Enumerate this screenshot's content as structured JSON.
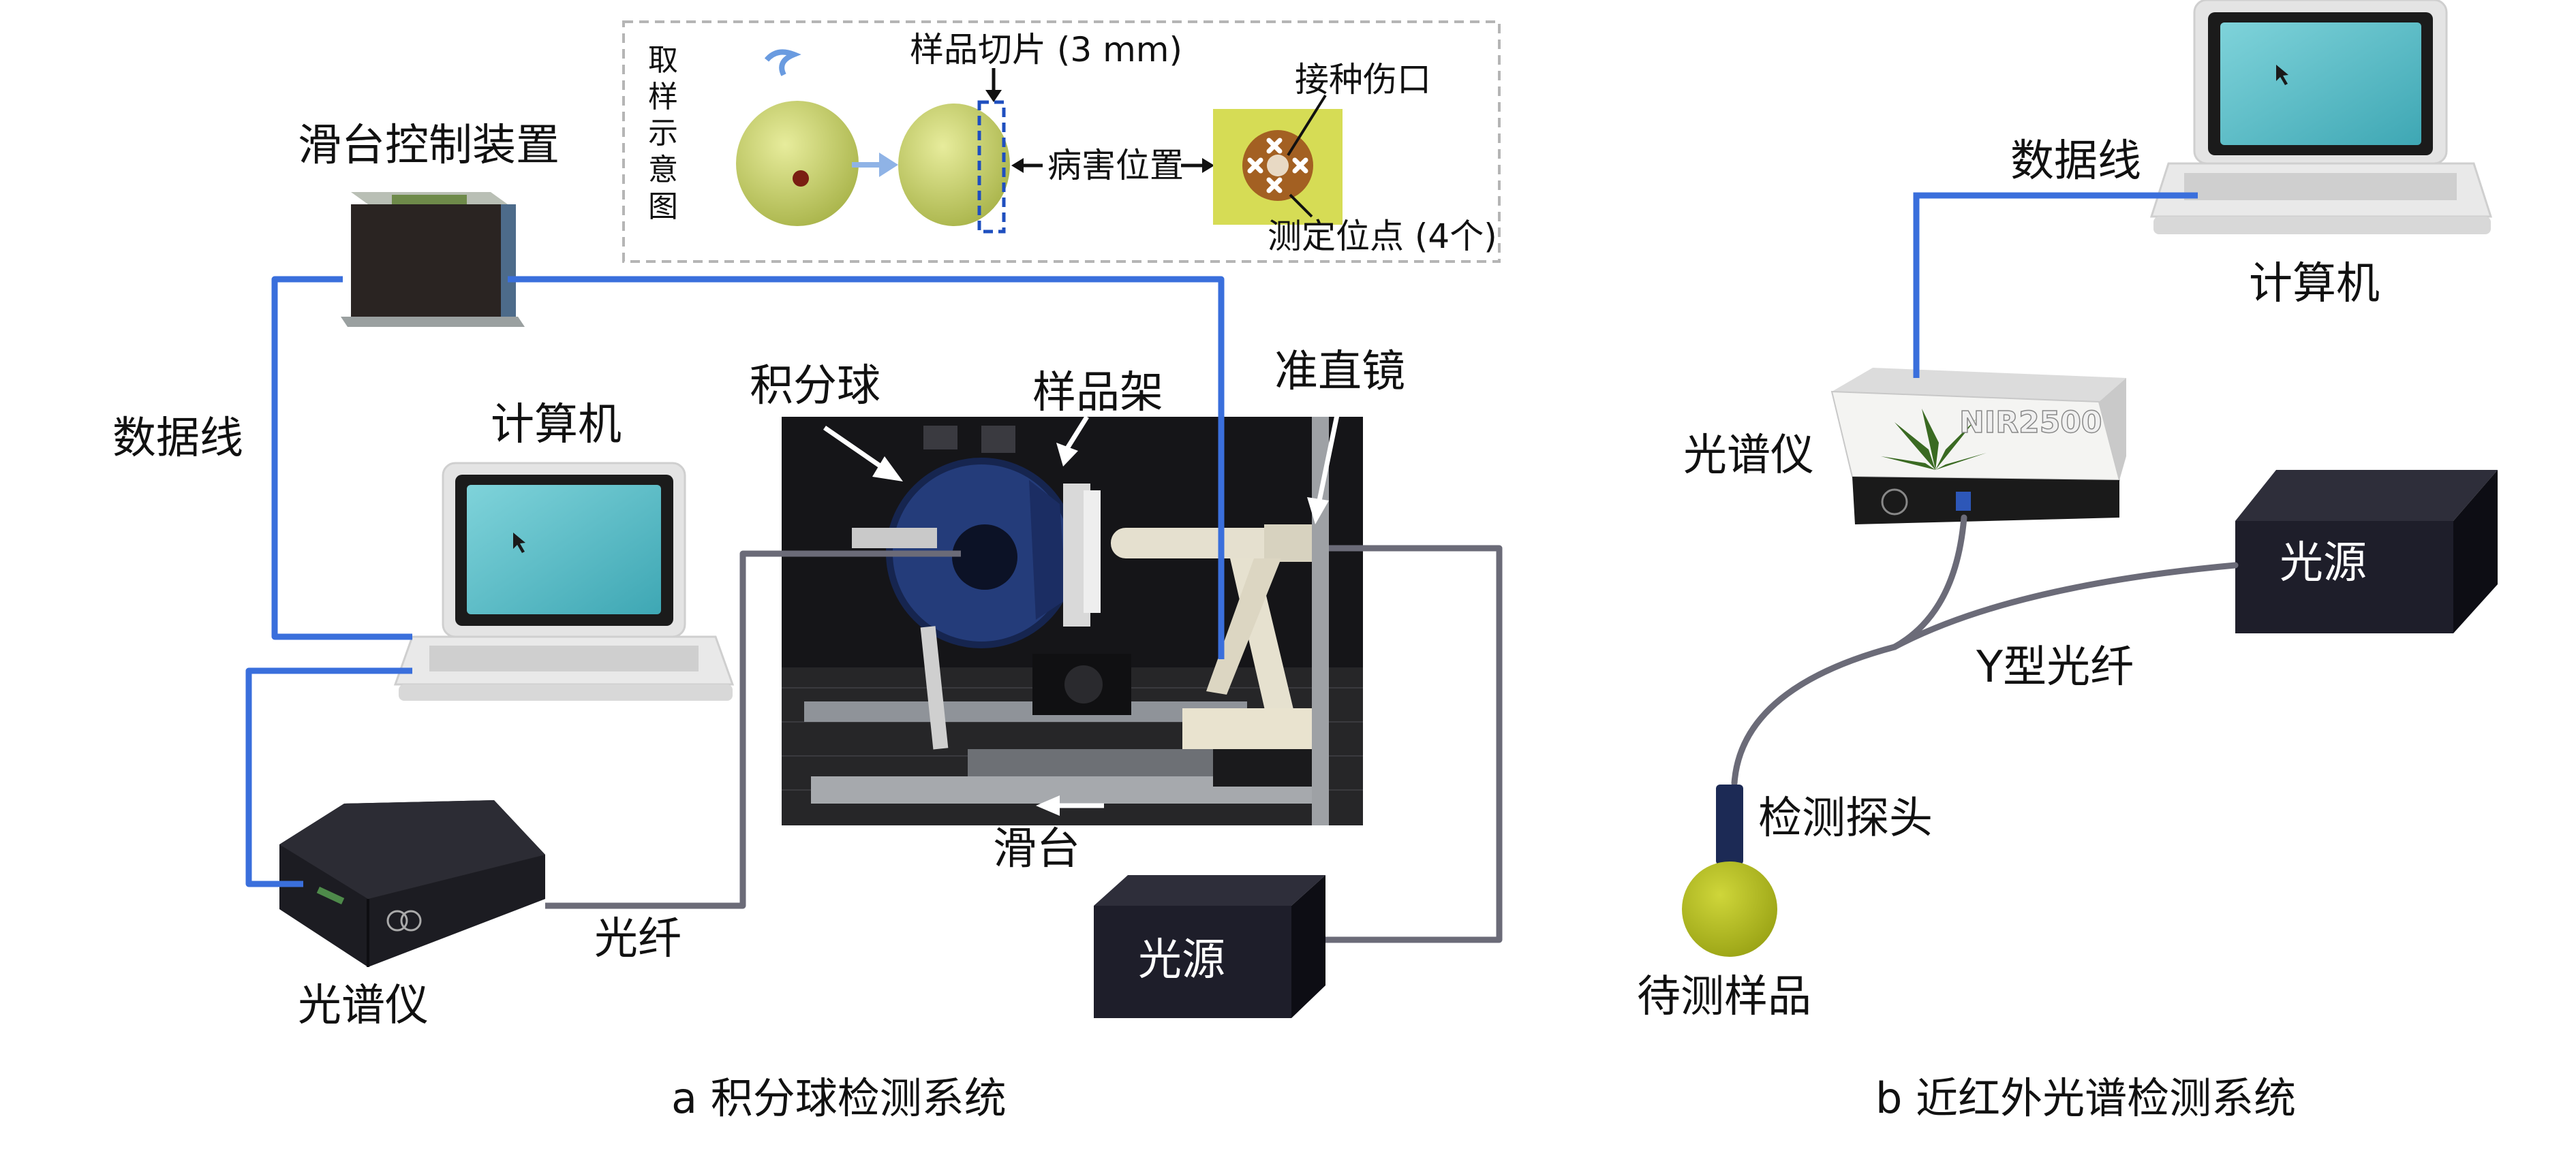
{
  "panel_a": {
    "caption": "a 积分球检测系统",
    "slide_controller_label": "滑台控制装置",
    "data_line_label": "数据线",
    "computer_label": "计算机",
    "spectrometer_label": "光谱仪",
    "fiber_label": "光纤",
    "light_source_label": "光源",
    "integrating_sphere_label": "积分球",
    "sample_holder_label": "样品架",
    "collimator_label": "准直镜",
    "slide_label": "滑台",
    "sampling_inset": {
      "title_vertical": "取样示意图",
      "slice_label": "样品切片 (3 mm)",
      "lesion_label": "病害位置",
      "inoculation_label": "接种伤口",
      "measure_points_label": "测定位点 (4个)"
    }
  },
  "panel_b": {
    "caption": "b 近红外光谱检测系统",
    "data_line_label": "数据线",
    "computer_label": "计算机",
    "spectrometer_label": "光谱仪",
    "spectrometer_brand": "NIR2500",
    "light_source_label": "光源",
    "y_fiber_label": "Y型光纤",
    "probe_label": "检测探头",
    "sample_label": "待测样品"
  },
  "colors": {
    "data_cable": "#3a6fdc",
    "fiber_cable": "#6b6b78",
    "apple": "#c9d36a",
    "sample_ball": "#b9c21e",
    "screen": "#5bbfc9",
    "black_box": "#1f1f2a"
  }
}
